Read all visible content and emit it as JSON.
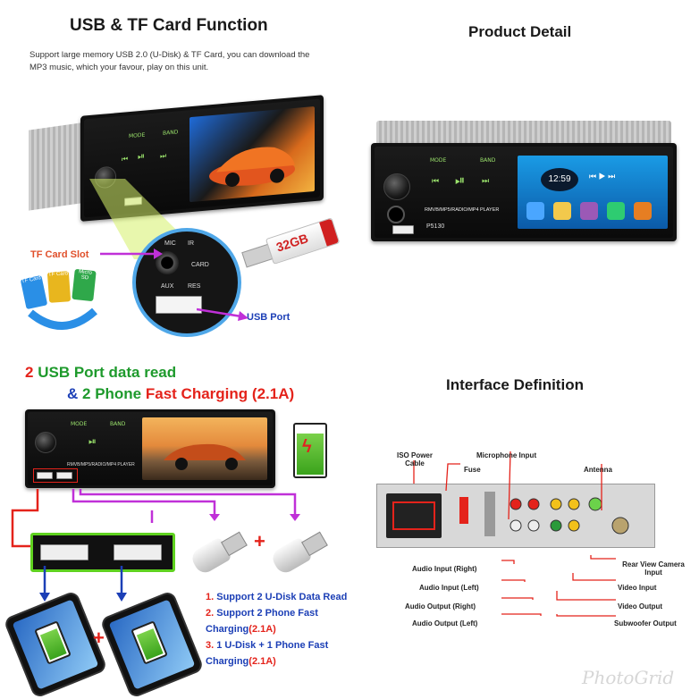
{
  "panel1": {
    "title": "USB & TF Card Function",
    "description": "Support large memory USB 2.0 (U-Disk) & TF Card, you can download the MP3 music, which your favour, play on this unit.",
    "tf_card_slot": "TF Card Slot",
    "usb_port": "USB Port",
    "usb_stick_capacity": "32GB",
    "zoom_labels": {
      "mic": "MIC",
      "ir": "IR",
      "card": "CARD",
      "aux": "AUX",
      "res": "RES"
    },
    "card_labels": [
      "TF Card",
      "TF Card",
      "Micro SD"
    ]
  },
  "panel2": {
    "title": "Product Detail",
    "clock": "12:59",
    "model": "P5130",
    "brand_strip": "RMVB/MP5/RADIO/MP4 PLAYER",
    "faceplate": {
      "mode": "MODE",
      "band": "BAND"
    }
  },
  "panel3": {
    "line1_num": "2",
    "line1_text": "USB Port data read",
    "line2_amp": "&",
    "line2_num": "2 Phone",
    "line2_fast": "Fast Charging",
    "line2_amps": "(2.1A)",
    "list": [
      {
        "num": "1.",
        "text": "Support 2 U-Disk Data Read",
        "suffix": ""
      },
      {
        "num": "2.",
        "text": "Support 2 Phone Fast Charging",
        "suffix": "(2.1A)"
      },
      {
        "num": "3.",
        "text": "1 U-Disk + 1 Phone Fast Charging",
        "suffix": "(2.1A)"
      }
    ],
    "plus": "+"
  },
  "panel4": {
    "title": "Interface Definition",
    "labels_top": [
      "ISO Power Cable",
      "Microphone Input",
      "Fuse",
      "Antenna"
    ],
    "labels_left": [
      "Audio Input (Right)",
      "Audio Input (Left)",
      "Audio Output (Right)",
      "Audio Output (Left)"
    ],
    "labels_right": [
      "Rear View Camera Input",
      "Video Input",
      "Video Output",
      "Subwoofer Output"
    ]
  },
  "watermark": "PhotoGrid",
  "colors": {
    "accent_red": "#e4231b",
    "accent_green": "#1e9a2c",
    "accent_blue": "#1c3fb6",
    "magenta": "#c030d8"
  }
}
